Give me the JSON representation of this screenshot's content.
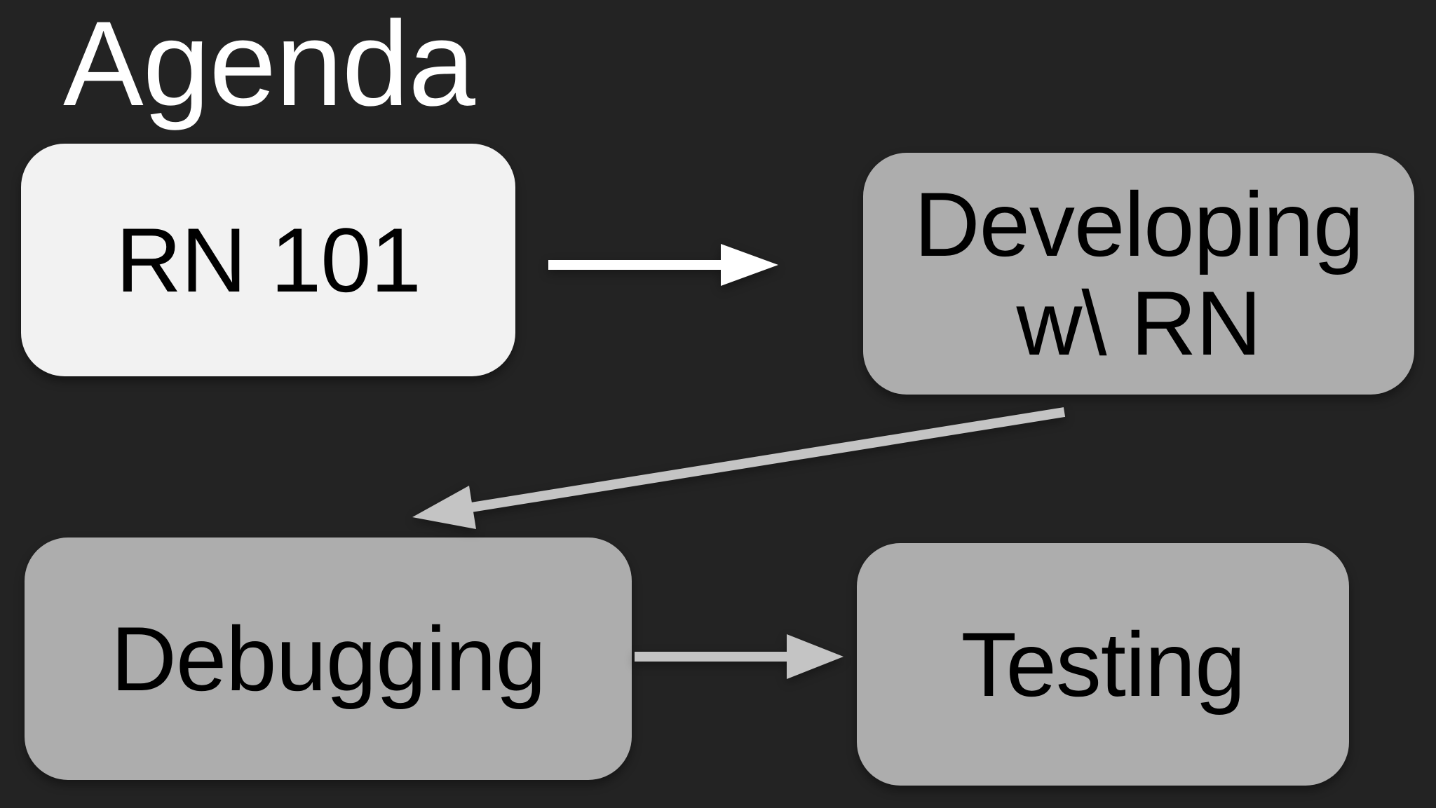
{
  "slide": {
    "title": "Agenda",
    "colors": {
      "background": "#232323",
      "title_text": "#ffffff",
      "node_text": "#000000",
      "highlight_node_fill": "#f2f2f2",
      "node_fill": "#adadad",
      "arrow_white": "#ffffff",
      "arrow_gray": "#c4c4c4"
    }
  },
  "nodes": {
    "rn101": {
      "label": "RN 101"
    },
    "developing": {
      "line1": "Developing",
      "line2": "w\\ RN"
    },
    "debugging": {
      "label": "Debugging"
    },
    "testing": {
      "label": "Testing"
    }
  },
  "arrows": {
    "rn101_to_developing": {
      "from": "RN 101",
      "to": "Developing w\\ RN",
      "color": "#ffffff"
    },
    "developing_to_debugging": {
      "from": "Developing w\\ RN",
      "to": "Debugging",
      "color": "#c4c4c4"
    },
    "debugging_to_testing": {
      "from": "Debugging",
      "to": "Testing",
      "color": "#c4c4c4"
    }
  }
}
